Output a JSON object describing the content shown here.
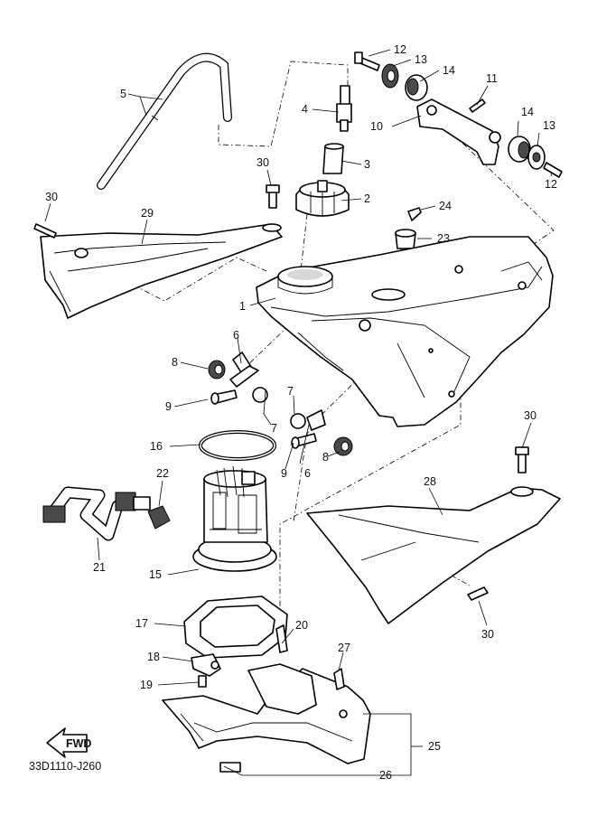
{
  "diagram_code": "33D1110-J260",
  "fwd_label": "FWD",
  "callouts": [
    {
      "n": "1"
    },
    {
      "n": "2"
    },
    {
      "n": "3"
    },
    {
      "n": "4"
    },
    {
      "n": "5"
    },
    {
      "n": "6"
    },
    {
      "n": "6"
    },
    {
      "n": "7"
    },
    {
      "n": "7"
    },
    {
      "n": "8"
    },
    {
      "n": "8"
    },
    {
      "n": "9"
    },
    {
      "n": "9"
    },
    {
      "n": "10"
    },
    {
      "n": "11"
    },
    {
      "n": "12"
    },
    {
      "n": "12"
    },
    {
      "n": "13"
    },
    {
      "n": "13"
    },
    {
      "n": "14"
    },
    {
      "n": "14"
    },
    {
      "n": "15"
    },
    {
      "n": "16"
    },
    {
      "n": "17"
    },
    {
      "n": "18"
    },
    {
      "n": "19"
    },
    {
      "n": "20"
    },
    {
      "n": "21"
    },
    {
      "n": "22"
    },
    {
      "n": "23"
    },
    {
      "n": "24"
    },
    {
      "n": "25"
    },
    {
      "n": "26"
    },
    {
      "n": "27"
    },
    {
      "n": "28"
    },
    {
      "n": "29"
    },
    {
      "n": "30"
    },
    {
      "n": "30"
    },
    {
      "n": "30"
    },
    {
      "n": "30"
    }
  ]
}
